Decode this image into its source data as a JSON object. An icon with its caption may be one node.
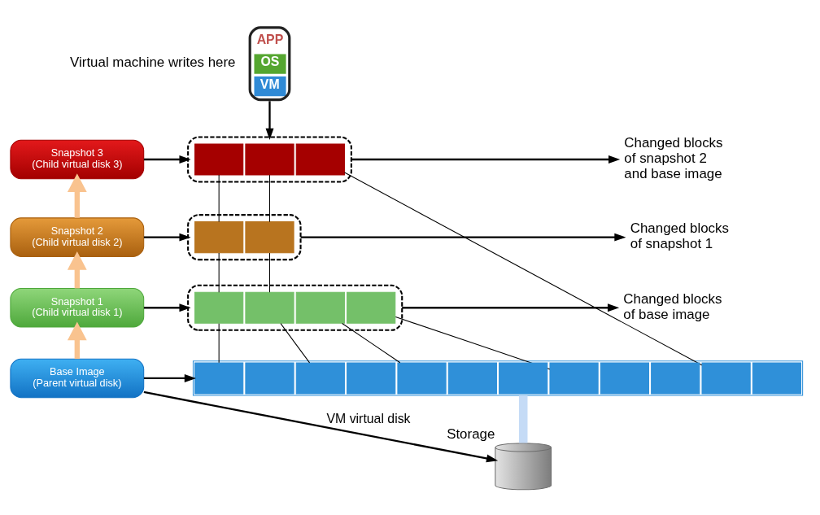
{
  "diagram": {
    "nodes": [
      {
        "text": [
          "APP",
          "OS",
          "VM"
        ]
      },
      {
        "text": [
          "Snapshot 3",
          "(Child virtual disk 3)"
        ]
      },
      {
        "text": [],
        "shape": "box"
      },
      {
        "text": [],
        "shape": "box",
        "in": 2
      },
      {
        "text": [],
        "shape": "box",
        "in": 2
      },
      {
        "text": [],
        "shape": "box",
        "in": 2
      },
      {
        "text": [
          "Changed blocks of snapshot 2 and base image"
        ]
      },
      {
        "text": [
          "Snapshot 2",
          "(Child virtual disk 2)"
        ]
      },
      {
        "text": [],
        "shape": "box"
      },
      {
        "text": [],
        "shape": "box",
        "in": 8
      },
      {
        "text": [],
        "shape": "box",
        "in": 8
      },
      {
        "text": [
          "Changed blocks of snapshot 1"
        ]
      },
      {
        "text": [
          "Snapshot 1",
          "(Child virtual disk 1)"
        ]
      },
      {
        "text": [],
        "shape": "box"
      },
      {
        "text": [],
        "shape": "box",
        "in": 13
      },
      {
        "text": [],
        "shape": "box",
        "in": 13
      },
      {
        "text": [],
        "shape": "box",
        "in": 13
      },
      {
        "text": [],
        "shape": "box",
        "in": 13
      },
      {
        "text": [
          "Changed blocks of base image"
        ]
      },
      {
        "text": [
          "Base Image",
          "(Parent virtual disk)"
        ]
      },
      {
        "text": [],
        "shape": "bar"
      },
      {
        "text": [],
        "shape": "box",
        "in": 20
      },
      {
        "text": [],
        "shape": "box",
        "in": 20
      },
      {
        "text": [],
        "shape": "box",
        "in": 20
      },
      {
        "text": [],
        "shape": "box",
        "in": 20
      },
      {
        "text": [],
        "shape": "box",
        "in": 20
      },
      {
        "text": [],
        "shape": "box",
        "in": 20
      },
      {
        "text": [],
        "shape": "box",
        "in": 20
      },
      {
        "text": [],
        "shape": "box",
        "in": 20
      },
      {
        "text": [],
        "shape": "box",
        "in": 20
      },
      {
        "text": [],
        "shape": "box",
        "in": 20
      },
      {
        "text": [],
        "shape": "box",
        "in": 20
      },
      {
        "text": [],
        "shape": "box",
        "in": 20
      },
      {
        "text": [],
        "shape": "cylinder",
        "beside": [
          "Storage"
        ]
      }
    ],
    "edges": [
      {
        "from": 0,
        "to": 2,
        "arrow": "to"
      },
      {
        "from": 1,
        "to": 2,
        "arrow": "to"
      },
      {
        "from": 2,
        "to": 6,
        "arrow": "to"
      },
      {
        "from": 7,
        "to": 1,
        "arrow": "to",
        "style": "thick",
        "color": "#f9c38f"
      },
      {
        "from": 7,
        "to": 8,
        "arrow": "to"
      },
      {
        "from": 8,
        "to": 11,
        "arrow": "to"
      },
      {
        "from": 3,
        "to": 9,
        "arrow": "none"
      },
      {
        "from": 4,
        "to": 10,
        "arrow": "none"
      },
      {
        "from": 12,
        "to": 7,
        "arrow": "to",
        "style": "thick",
        "color": "#f9c38f"
      },
      {
        "from": 12,
        "to": 13,
        "arrow": "to"
      },
      {
        "from": 13,
        "to": 18,
        "arrow": "to"
      },
      {
        "from": 9,
        "to": 14,
        "arrow": "none"
      },
      {
        "from": 10,
        "to": 15,
        "arrow": "none"
      },
      {
        "from": 19,
        "to": 12,
        "arrow": "to",
        "style": "thick",
        "color": "#f9c38f"
      },
      {
        "from": 19,
        "to": 20,
        "arrow": "to"
      },
      {
        "from": 14,
        "to": 21,
        "arrow": "none"
      },
      {
        "from": 15,
        "to": 23,
        "arrow": "none"
      },
      {
        "from": 16,
        "to": 25,
        "arrow": "none"
      },
      {
        "from": 17,
        "to": 28,
        "arrow": "none"
      },
      {
        "from": 5,
        "to": 31,
        "arrow": "none"
      },
      {
        "from": 20,
        "to": 33,
        "arrow": "none",
        "style": "thick",
        "color": "#c5dbf6"
      },
      {
        "from": 19,
        "to": 33,
        "arrow": "to",
        "label": "VM virtual disk"
      }
    ],
    "labels": [
      "Virtual machine writes here"
    ]
  }
}
